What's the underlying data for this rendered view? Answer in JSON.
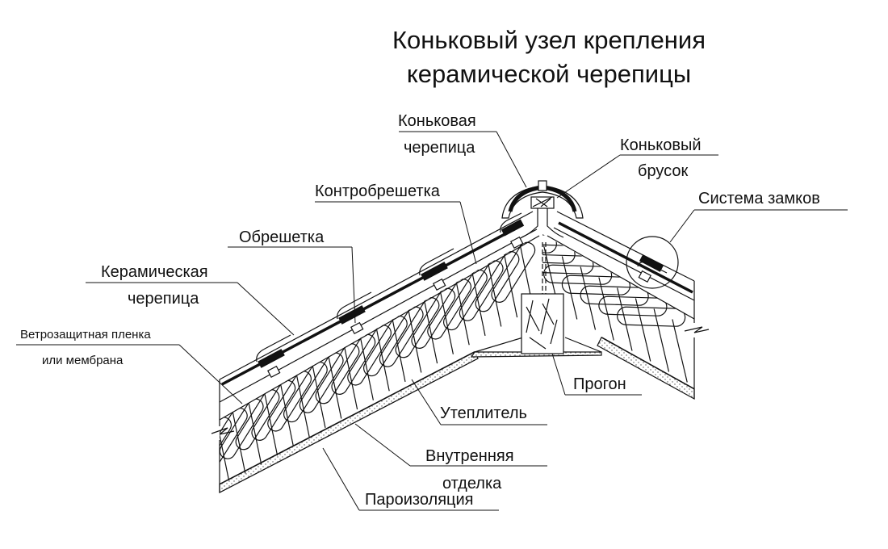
{
  "diagram": {
    "title_line1": "Коньковый узел крепления",
    "title_line2": "керамической черепицы",
    "labels": {
      "ridge_tile_1": "Коньковая",
      "ridge_tile_2": "черепица",
      "ridge_beam_1": "Коньковый",
      "ridge_beam_2": "брусок",
      "lock_system": "Система замков",
      "counter_batten": "Контробрешетка",
      "batten": "Обрешетка",
      "ceramic_tile_1": "Керамическая",
      "ceramic_tile_2": "черепица",
      "wind_membrane_1": "Ветрозащитная пленка",
      "wind_membrane_2": "или мембрана",
      "purlin": "Прогон",
      "insulation": "Утеплитель",
      "inner_finish_1": "Внутренняя",
      "inner_finish_2": "отделка",
      "vapor_barrier": "Пароизоляция"
    },
    "colors": {
      "line": "#111111",
      "background": "#ffffff"
    }
  }
}
